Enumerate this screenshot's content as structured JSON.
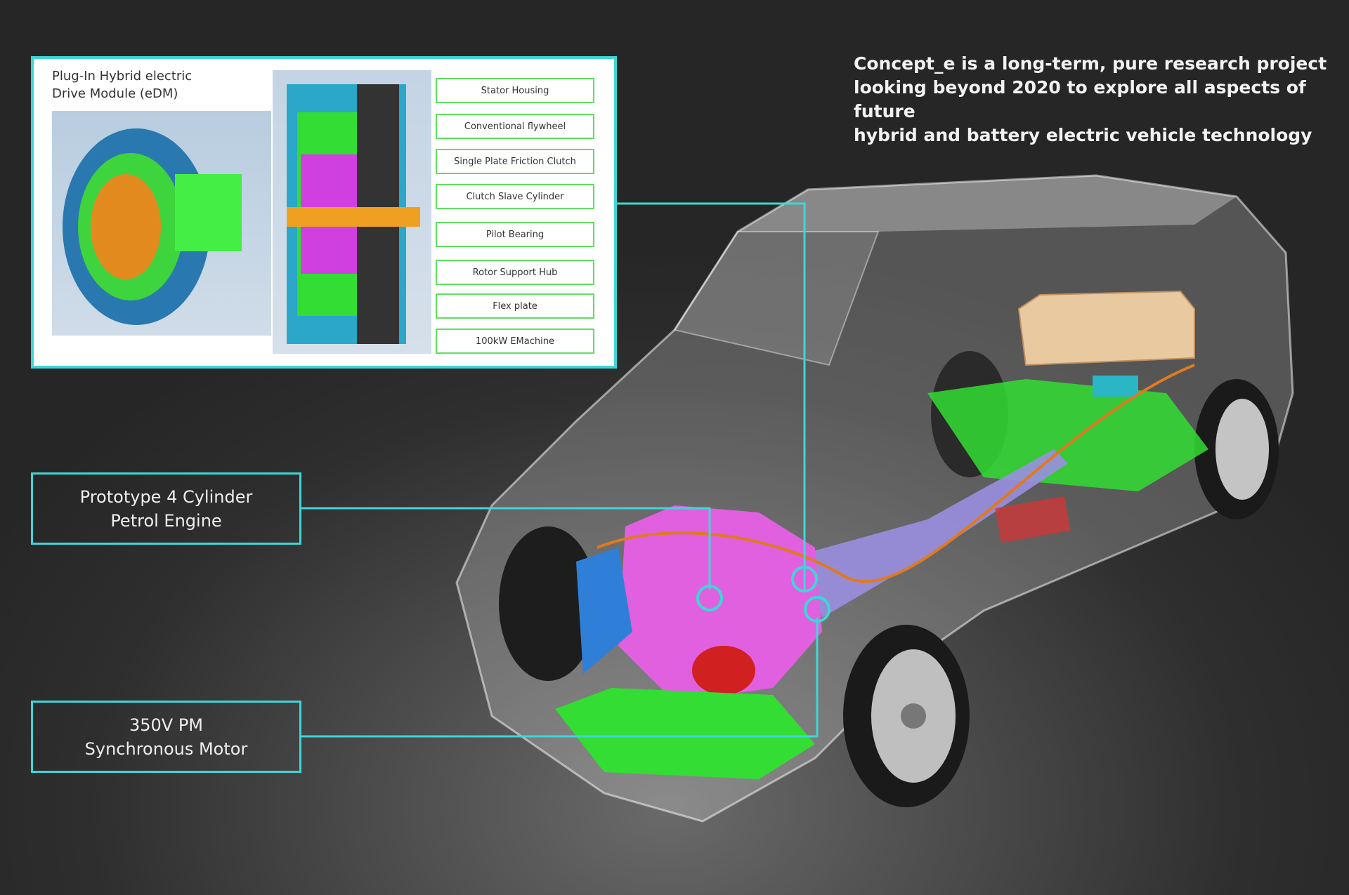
{
  "inset": {
    "title_line1": "Plug-In Hybrid electric",
    "title_line2": "Drive Module (eDM)",
    "labels": [
      "Stator Housing",
      "Conventional flywheel",
      "Single Plate Friction Clutch",
      "Clutch Slave Cylinder",
      "Pilot Bearing",
      "Rotor Support Hub",
      "Flex plate",
      "100kW EMachine"
    ]
  },
  "callouts": {
    "engine": "Prototype 4 Cylinder\nPetrol Engine",
    "motor": "350V PM\nSynchronous Motor"
  },
  "blurb": "Concept_e is a long-term, pure research project\nlooking beyond 2020 to explore all aspects of future\nhybrid and battery electric vehicle technology",
  "colors": {
    "accent": "#3fd6d6",
    "label_border": "#5fe05f",
    "engine": "#e060e0",
    "motor_parts": "#33dd33",
    "battery": "#e8c9a0"
  }
}
